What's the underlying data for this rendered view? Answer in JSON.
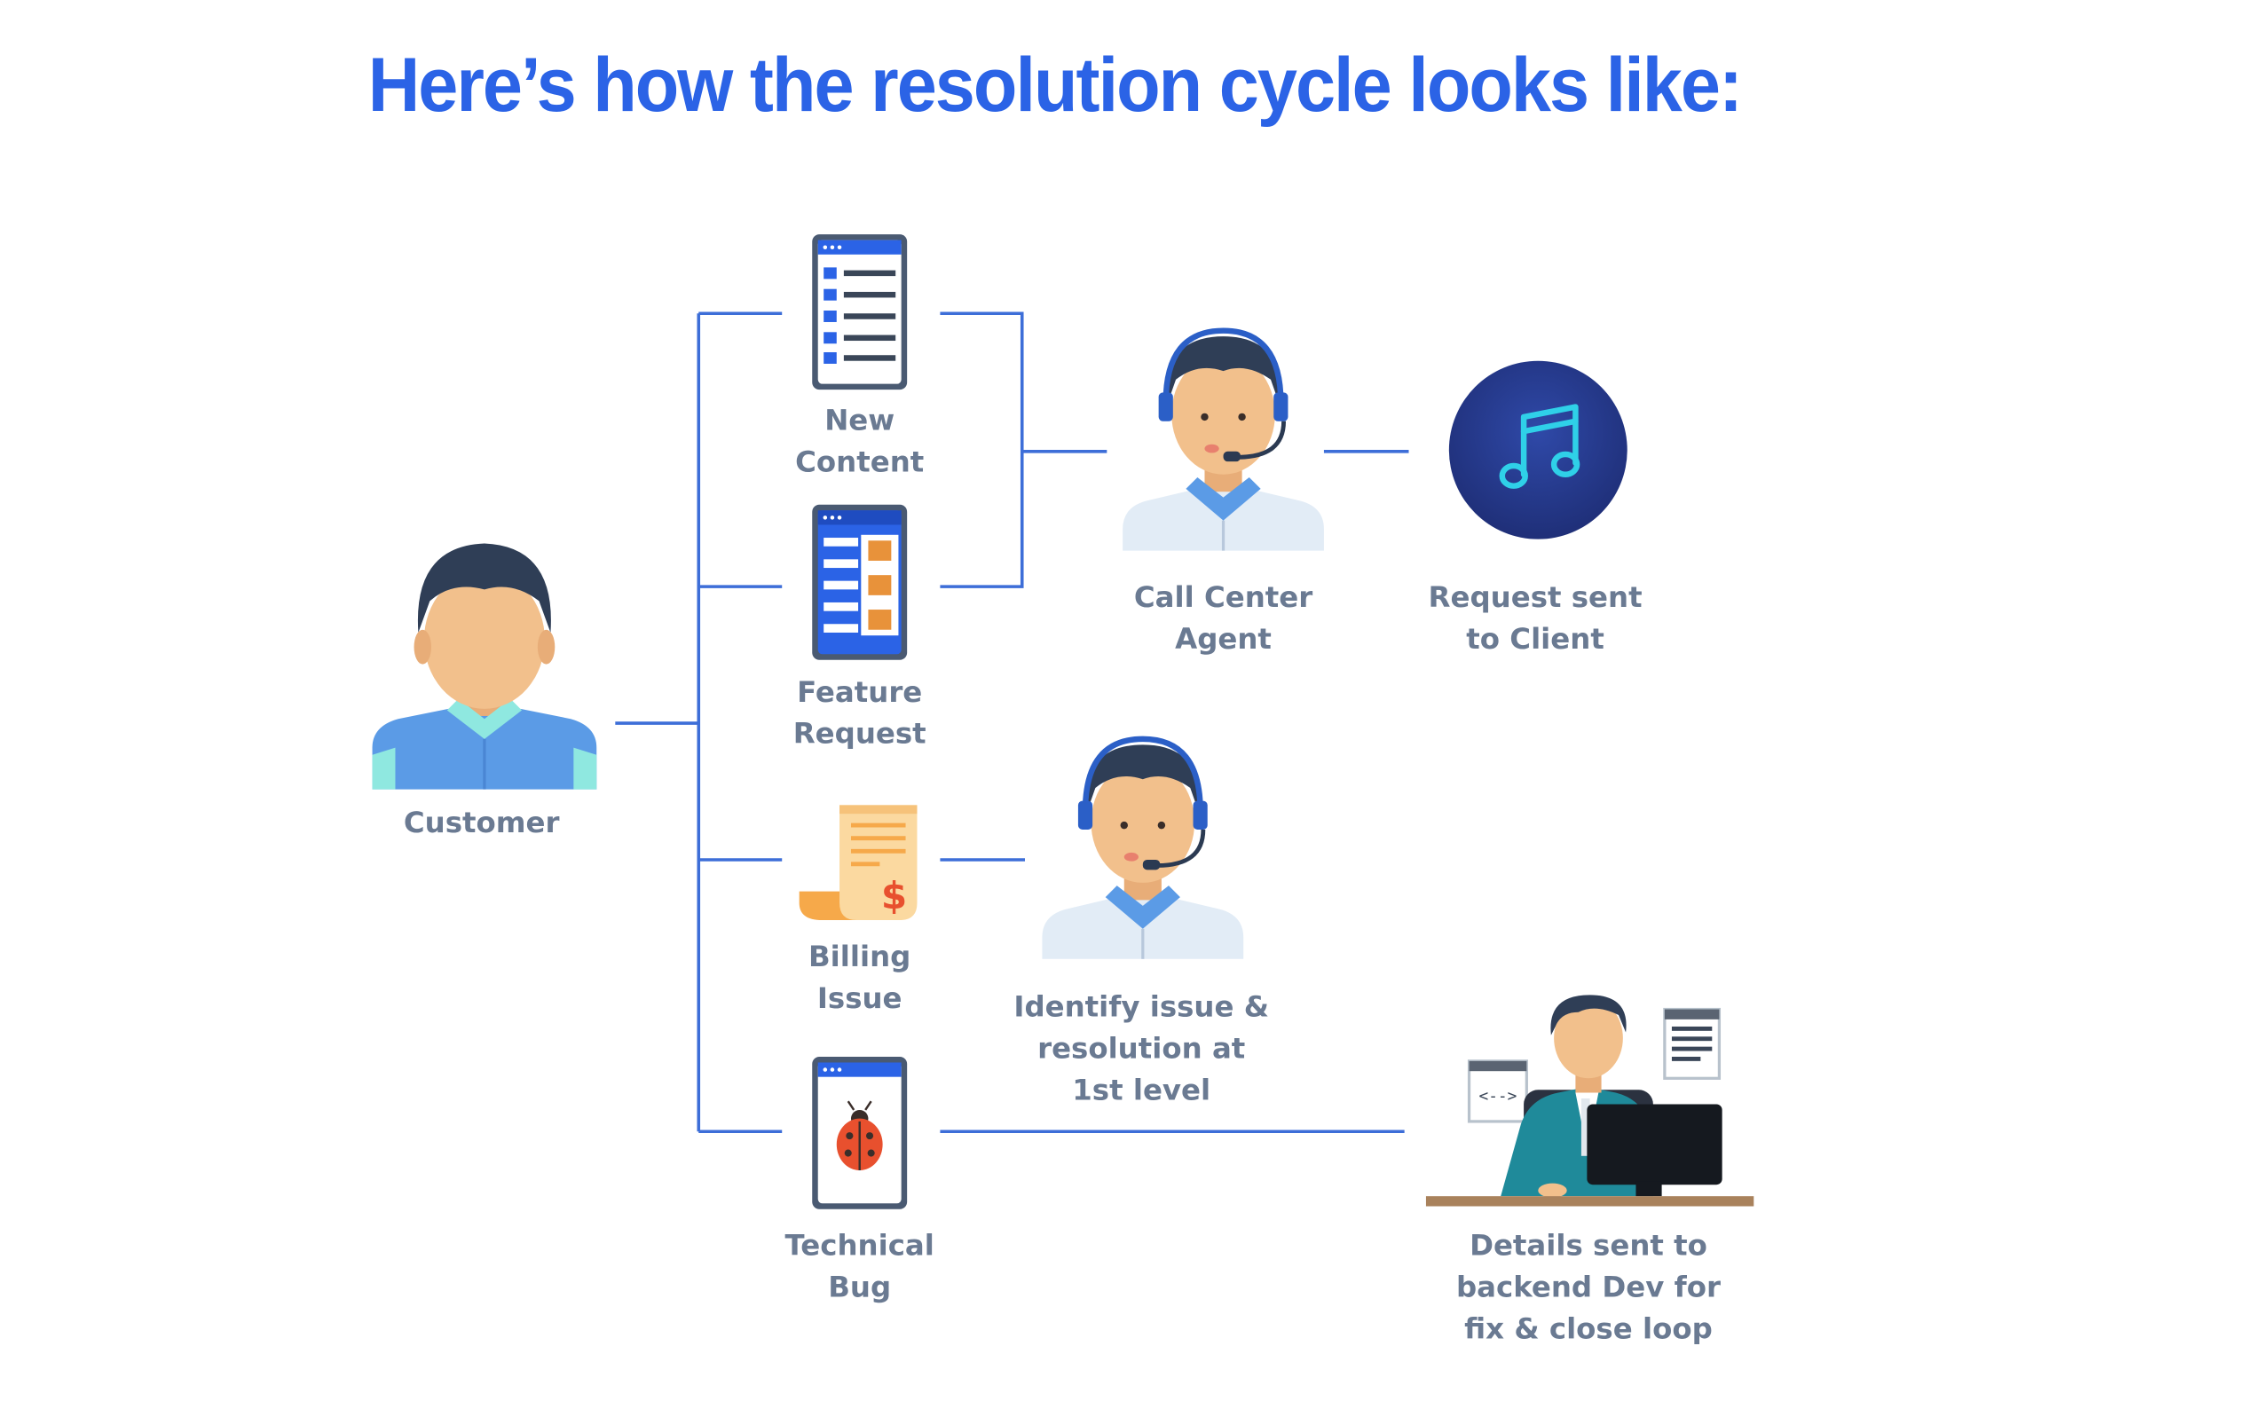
{
  "title": "Here’s how the resolution cycle looks like:",
  "colors": {
    "title": "#2b63e6",
    "connector": "#3d6ed8",
    "label": "#6a7a92",
    "skin": "#f2c08c",
    "hair": "#2f3e56",
    "shirt": "#5b9be6",
    "collar": "#8fe8e0",
    "headset": "#2b5fc7",
    "client_circle": "#263c8e",
    "music_note": "#2fd0e8",
    "bug": "#e8502e",
    "receipt": "#f6a94a"
  },
  "nodes": {
    "customer": {
      "icon": "customer-person-icon",
      "lines": [
        "Customer"
      ]
    },
    "new_content": {
      "icon": "document-list-icon",
      "lines": [
        "New",
        "Content"
      ]
    },
    "feature_request": {
      "icon": "feature-document-icon",
      "lines": [
        "Feature",
        "Request"
      ]
    },
    "billing_issue": {
      "icon": "billing-receipt-icon",
      "lines": [
        "Billing",
        "Issue"
      ]
    },
    "technical_bug": {
      "icon": "bug-tablet-icon",
      "lines": [
        "Technical",
        "Bug"
      ]
    },
    "call_center_agent": {
      "icon": "agent-headset-icon",
      "lines": [
        "Call Center",
        "Agent"
      ]
    },
    "request_sent": {
      "icon": "music-note-icon",
      "lines": [
        "Request sent",
        "to Client"
      ]
    },
    "identify_issue": {
      "icon": "agent-headset-icon",
      "lines": [
        "Identify issue &",
        "resolution at",
        "1st level"
      ]
    },
    "details_sent": {
      "icon": "developer-desk-icon",
      "lines": [
        "Details sent to",
        "backend Dev for",
        "fix & close loop"
      ]
    }
  }
}
